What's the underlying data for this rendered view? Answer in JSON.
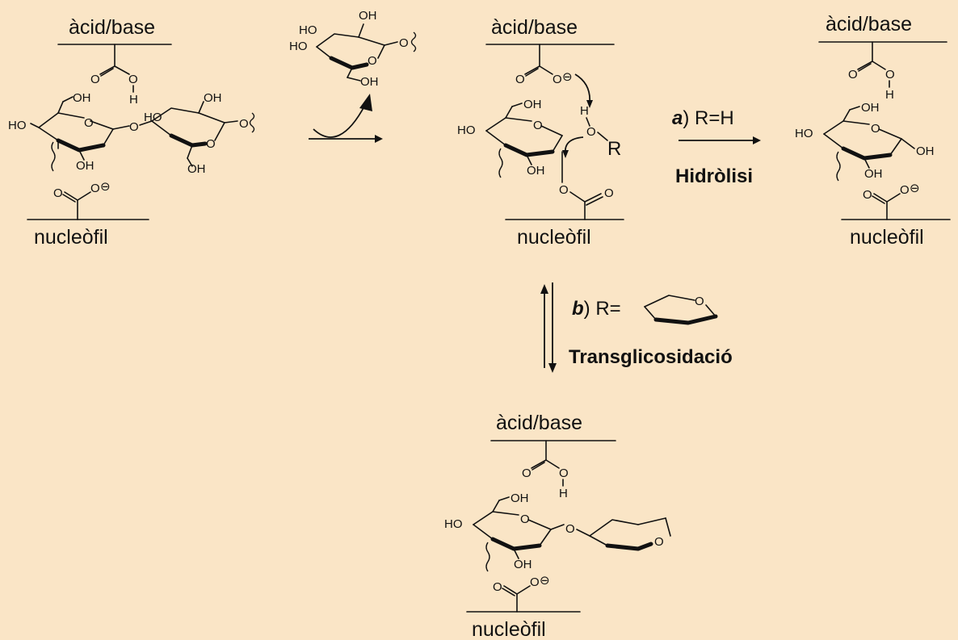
{
  "colors": {
    "background": "#FAE5C6",
    "ink": "#111111"
  },
  "labels": {
    "acid_base": "àcid/base",
    "nucleophile": "nucleòfil",
    "path_a_letter": "a",
    "path_a_text": ") R=H",
    "hydrolysis": "Hidròlisi",
    "path_b_letter": "b",
    "path_b_text": ") R=",
    "transglycosylation": "Transglicosidació"
  },
  "atoms": {
    "oh": "OH",
    "ho": "HO",
    "o": "O",
    "h": "H",
    "r": "R",
    "minus": "⊖"
  }
}
